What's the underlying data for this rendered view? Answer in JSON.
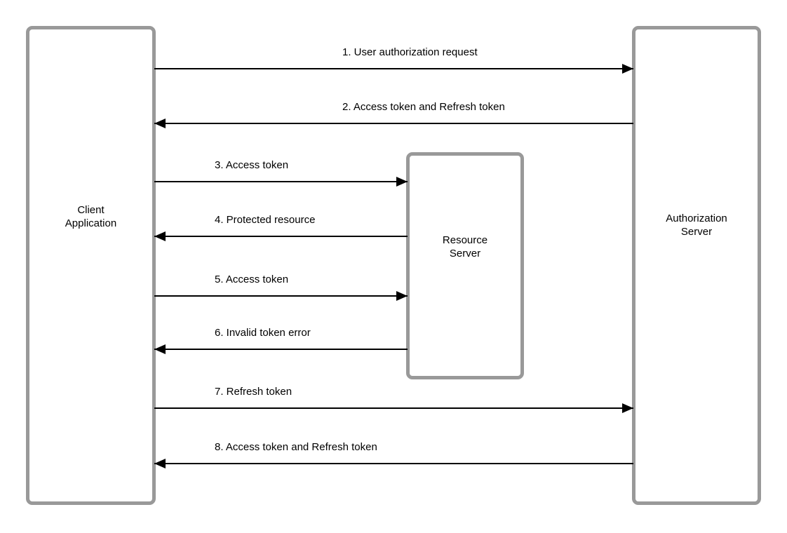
{
  "nodes": {
    "client": {
      "line1": "Client",
      "line2": "Application"
    },
    "resource": {
      "line1": "Resource",
      "line2": "Server"
    },
    "auth": {
      "line1": "Authorization",
      "line2": "Server"
    }
  },
  "messages": [
    {
      "label": "1. User authorization request",
      "from": "client",
      "to": "auth",
      "direction": "right"
    },
    {
      "label": "2. Access token and Refresh token",
      "from": "auth",
      "to": "client",
      "direction": "left"
    },
    {
      "label": "3. Access token",
      "from": "client",
      "to": "resource",
      "direction": "right"
    },
    {
      "label": "4. Protected resource",
      "from": "resource",
      "to": "client",
      "direction": "left"
    },
    {
      "label": "5. Access token",
      "from": "client",
      "to": "resource",
      "direction": "right"
    },
    {
      "label": "6. Invalid token error",
      "from": "resource",
      "to": "client",
      "direction": "left"
    },
    {
      "label": "7. Refresh token",
      "from": "client",
      "to": "auth",
      "direction": "right"
    },
    {
      "label": "8. Access token and Refresh token",
      "from": "auth",
      "to": "client",
      "direction": "left"
    }
  ],
  "colors": {
    "box_border": "#999999",
    "arrow": "#000000",
    "text": "#000000",
    "background": "#ffffff"
  }
}
